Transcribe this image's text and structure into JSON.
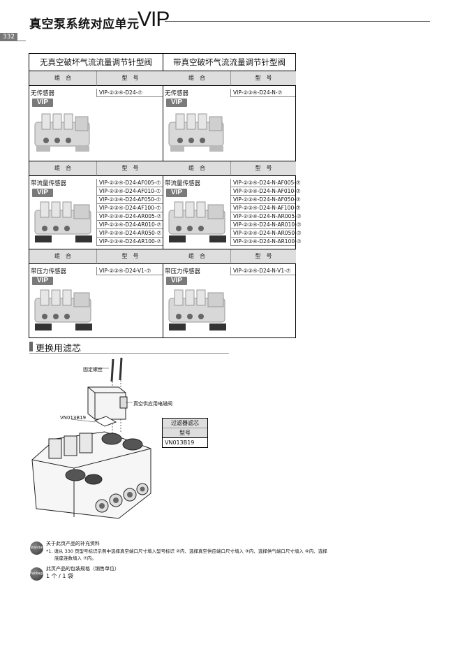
{
  "header": {
    "title": "真空泵系统对应单元",
    "title_vip": "VIP",
    "page_number": "332"
  },
  "table": {
    "left_header": "无真空破坏气流流量调节针型阀",
    "right_header": "带真空破坏气流流量调节针型阀",
    "col_combo": "组　合",
    "col_model": "型　号",
    "badge": "VIP",
    "row1": {
      "left_label": "无传感器",
      "left_models": [
        "VIP-②③④-D24-⑦"
      ],
      "right_label": "无传感器",
      "right_models": [
        "VIP-②③④-D24-N-⑦"
      ]
    },
    "row2": {
      "left_label": "带流量传感器",
      "left_models": [
        "VIP-②③④-D24-AF005-⑦",
        "VIP-②③④-D24-AF010-⑦",
        "VIP-②③④-D24-AF050-⑦",
        "VIP-②③④-D24-AF100-⑦",
        "VIP-②③④-D24-AR005-⑦",
        "VIP-②③④-D24-AR010-⑦",
        "VIP-②③④-D24-AR050-⑦",
        "VIP-②③④-D24-AR100-⑦"
      ],
      "right_label": "带流量传感器",
      "right_models": [
        "VIP-②③④-D24-N-AF005-⑦",
        "VIP-②③④-D24-N-AF010-⑦",
        "VIP-②③④-D24-N-AF050-⑦",
        "VIP-②③④-D24-N-AF100-⑦",
        "VIP-②③④-D24-N-AR005-⑦",
        "VIP-②③④-D24-N-AR010-⑦",
        "VIP-②③④-D24-N-AR050-⑦",
        "VIP-②③④-D24-N-AR100-⑦"
      ]
    },
    "row3": {
      "left_label": "带压力传感器",
      "left_models": [
        "VIP-②③④-D24-V1-⑦"
      ],
      "right_label": "带压力传感器",
      "right_models": [
        "VIP-②③④-D24-N-V1-⑦"
      ]
    }
  },
  "filter_section": {
    "title": "更换用滤芯",
    "callout_screw": "固定螺丝",
    "callout_valve": "真空供应用电磁阀",
    "callout_filter": "VN013B19",
    "table_title": "过滤器滤芯",
    "table_model_head": "型号",
    "table_model": "VN013B19"
  },
  "notes": {
    "icon1": "Standard",
    "heading1": "关于此页产品的补充资料",
    "text1": "*1. 请从 330 页型号标识示例中选择真空端口尺寸填入型号标识 ②内、选择真空供应端口尺寸填入 ③内、选择供气端口尺寸填入 ④内、选择",
    "text1b": "底座连数填入 ⑦内。",
    "icon2": "Package",
    "heading2": "此页产品的包装规格（销售单位）",
    "text2": "1 个 / 1 袋"
  }
}
